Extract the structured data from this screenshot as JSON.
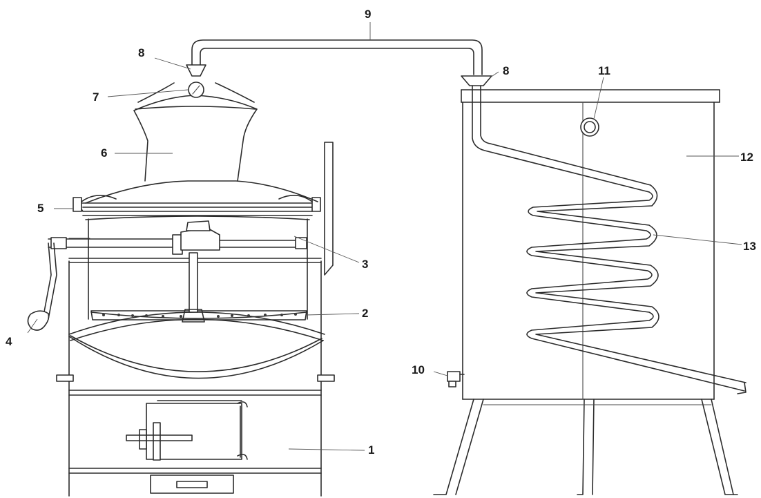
{
  "callouts": [
    {
      "id": "furnace",
      "text": "1"
    },
    {
      "id": "stirrer-paddle",
      "text": "2"
    },
    {
      "id": "boiler-vessel",
      "text": "3"
    },
    {
      "id": "crank-handle",
      "text": "4"
    },
    {
      "id": "lid-clamp",
      "text": "5"
    },
    {
      "id": "helmet",
      "text": "6"
    },
    {
      "id": "thermometer",
      "text": "7"
    },
    {
      "id": "pipe-fitting-left",
      "text": "8"
    },
    {
      "id": "pipe-fitting-right",
      "text": "8"
    },
    {
      "id": "vapour-pipe",
      "text": "9"
    },
    {
      "id": "drain-tap",
      "text": "10"
    },
    {
      "id": "water-inlet",
      "text": "11"
    },
    {
      "id": "cooling-tank",
      "text": "12"
    },
    {
      "id": "condenser-coil",
      "text": "13"
    }
  ],
  "colors": {
    "ink": "#2b2b2b",
    "background": "#ffffff"
  }
}
